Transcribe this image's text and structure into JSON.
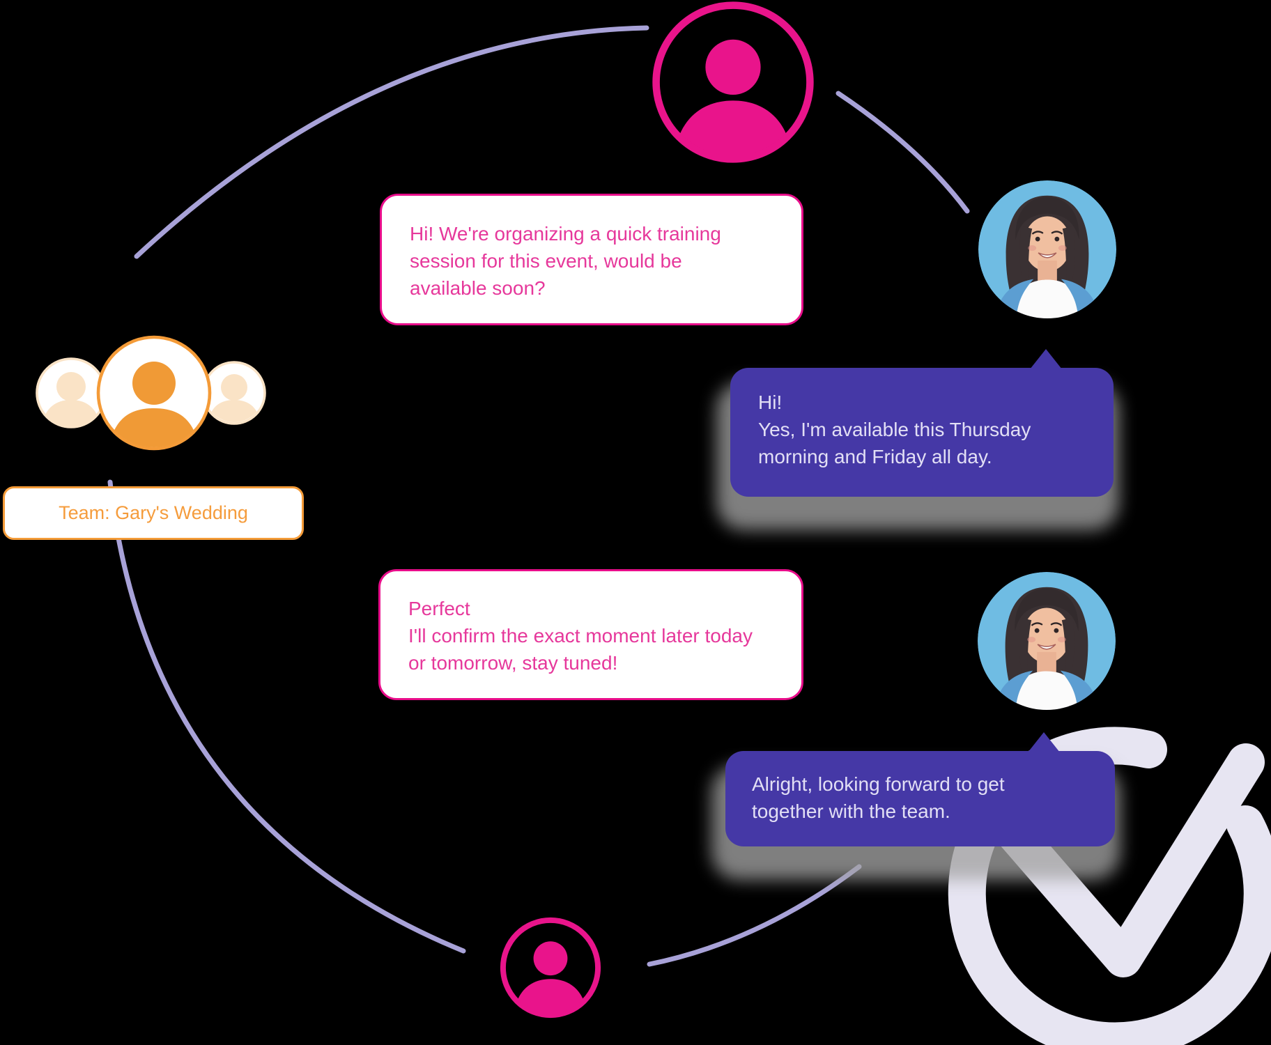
{
  "illustration": {
    "team_label": "Team: Gary's Wedding",
    "messages": [
      {
        "sender": "team-organizer",
        "style": "outlined-pink",
        "lines": [
          "Hi! We're organizing a quick training",
          "session for this event, would be",
          "available soon?"
        ]
      },
      {
        "sender": "team-member",
        "style": "filled-purple",
        "lines": [
          "Hi!",
          "Yes, I'm available this Thursday",
          "morning and Friday all day."
        ]
      },
      {
        "sender": "team-organizer",
        "style": "outlined-pink",
        "lines": [
          "Perfect",
          "I'll confirm the exact moment later today",
          "or tomorrow, stay tuned!"
        ]
      },
      {
        "sender": "team-member",
        "style": "filled-purple",
        "lines": [
          "Alright, looking forward to get",
          "together with the team."
        ]
      }
    ],
    "icons": {
      "organizer": "person-icon",
      "team": "people-group-icon",
      "member_small": "person-icon",
      "status": "check-circle-icon"
    },
    "colors": {
      "pink": "#E80D8A",
      "pink_text": "#E6389B",
      "orange": "#F49B38",
      "orange_light": "#FAE3C6",
      "purple_bubble": "#4538A6",
      "purple_bubble_text": "#E2DFF5",
      "lavender_line": "#A8A2D8",
      "check_mark": "#E7E5F2",
      "background": "#000000"
    }
  }
}
